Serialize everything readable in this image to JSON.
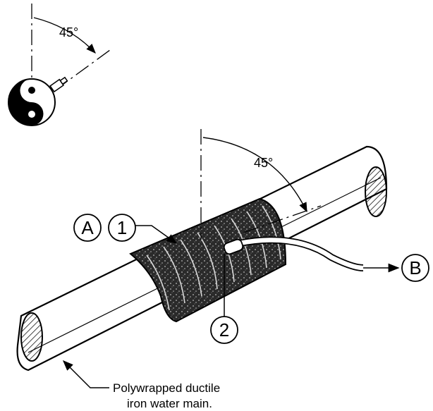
{
  "top_angle": "45°",
  "pipe_angle": "45°",
  "callouts": {
    "a": "A",
    "one": "1",
    "two": "2",
    "b": "B"
  },
  "caption": {
    "line1": "Polywrapped ductile",
    "line2": "iron water main."
  },
  "colors": {
    "ink": "#000000",
    "paper": "#ffffff",
    "wrap": "#2a2a2a"
  }
}
